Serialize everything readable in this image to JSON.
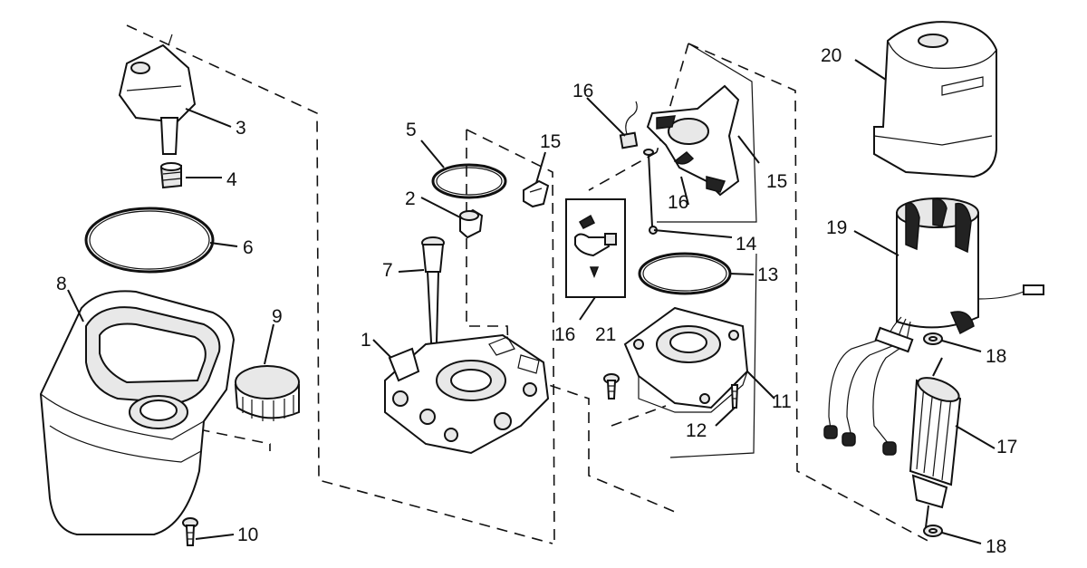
{
  "callouts": {
    "c1": "1",
    "c2": "2",
    "c3": "3",
    "c4": "4",
    "c5": "5",
    "c6": "6",
    "c7": "7",
    "c8": "8",
    "c9": "9",
    "c10": "10",
    "c11": "11",
    "c12": "12",
    "c13": "13",
    "c14": "14",
    "c15a": "15",
    "c15b": "15",
    "c16a": "16",
    "c16b": "16",
    "c16c": "16",
    "c17": "17",
    "c18a": "18",
    "c18b": "18",
    "c19": "19",
    "c20": "20",
    "c21": "21"
  }
}
